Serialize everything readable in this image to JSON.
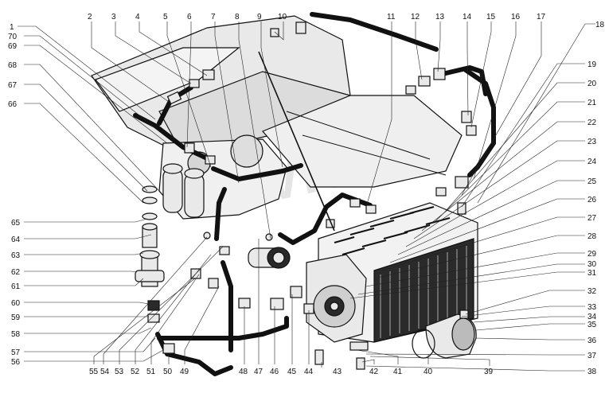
{
  "watermark": "VREX",
  "callouts": {
    "top": [
      "2",
      "3",
      "4",
      "5",
      "6",
      "7",
      "8",
      "9",
      "10",
      "11",
      "12",
      "13",
      "14",
      "15",
      "16",
      "17"
    ],
    "right": [
      "18",
      "19",
      "20",
      "21",
      "22",
      "23",
      "24",
      "25",
      "26",
      "27",
      "28",
      "29",
      "30",
      "31",
      "32",
      "33",
      "34",
      "35",
      "36",
      "37",
      "38"
    ],
    "bottom": [
      "39",
      "40",
      "41",
      "42",
      "43",
      "44",
      "45",
      "46",
      "47",
      "48",
      "49",
      "50",
      "51",
      "52",
      "53",
      "54",
      "55"
    ],
    "left": [
      "1",
      "70",
      "69",
      "68",
      "67",
      "66",
      "65",
      "64",
      "63",
      "62",
      "61",
      "60",
      "59",
      "58",
      "57",
      "56"
    ]
  }
}
